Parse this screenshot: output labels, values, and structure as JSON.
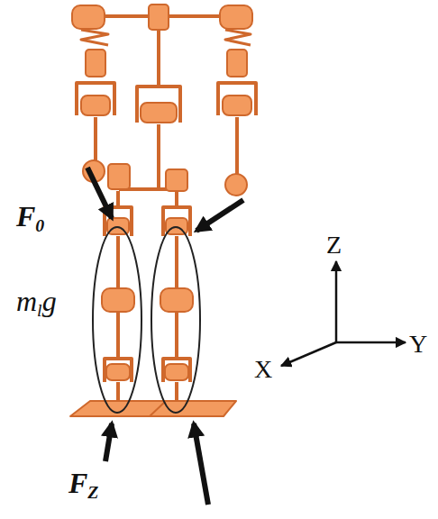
{
  "diagram": {
    "labels": [
      "F0",
      "mlg",
      "FZ",
      "Z",
      "X",
      "Y"
    ]
  }
}
